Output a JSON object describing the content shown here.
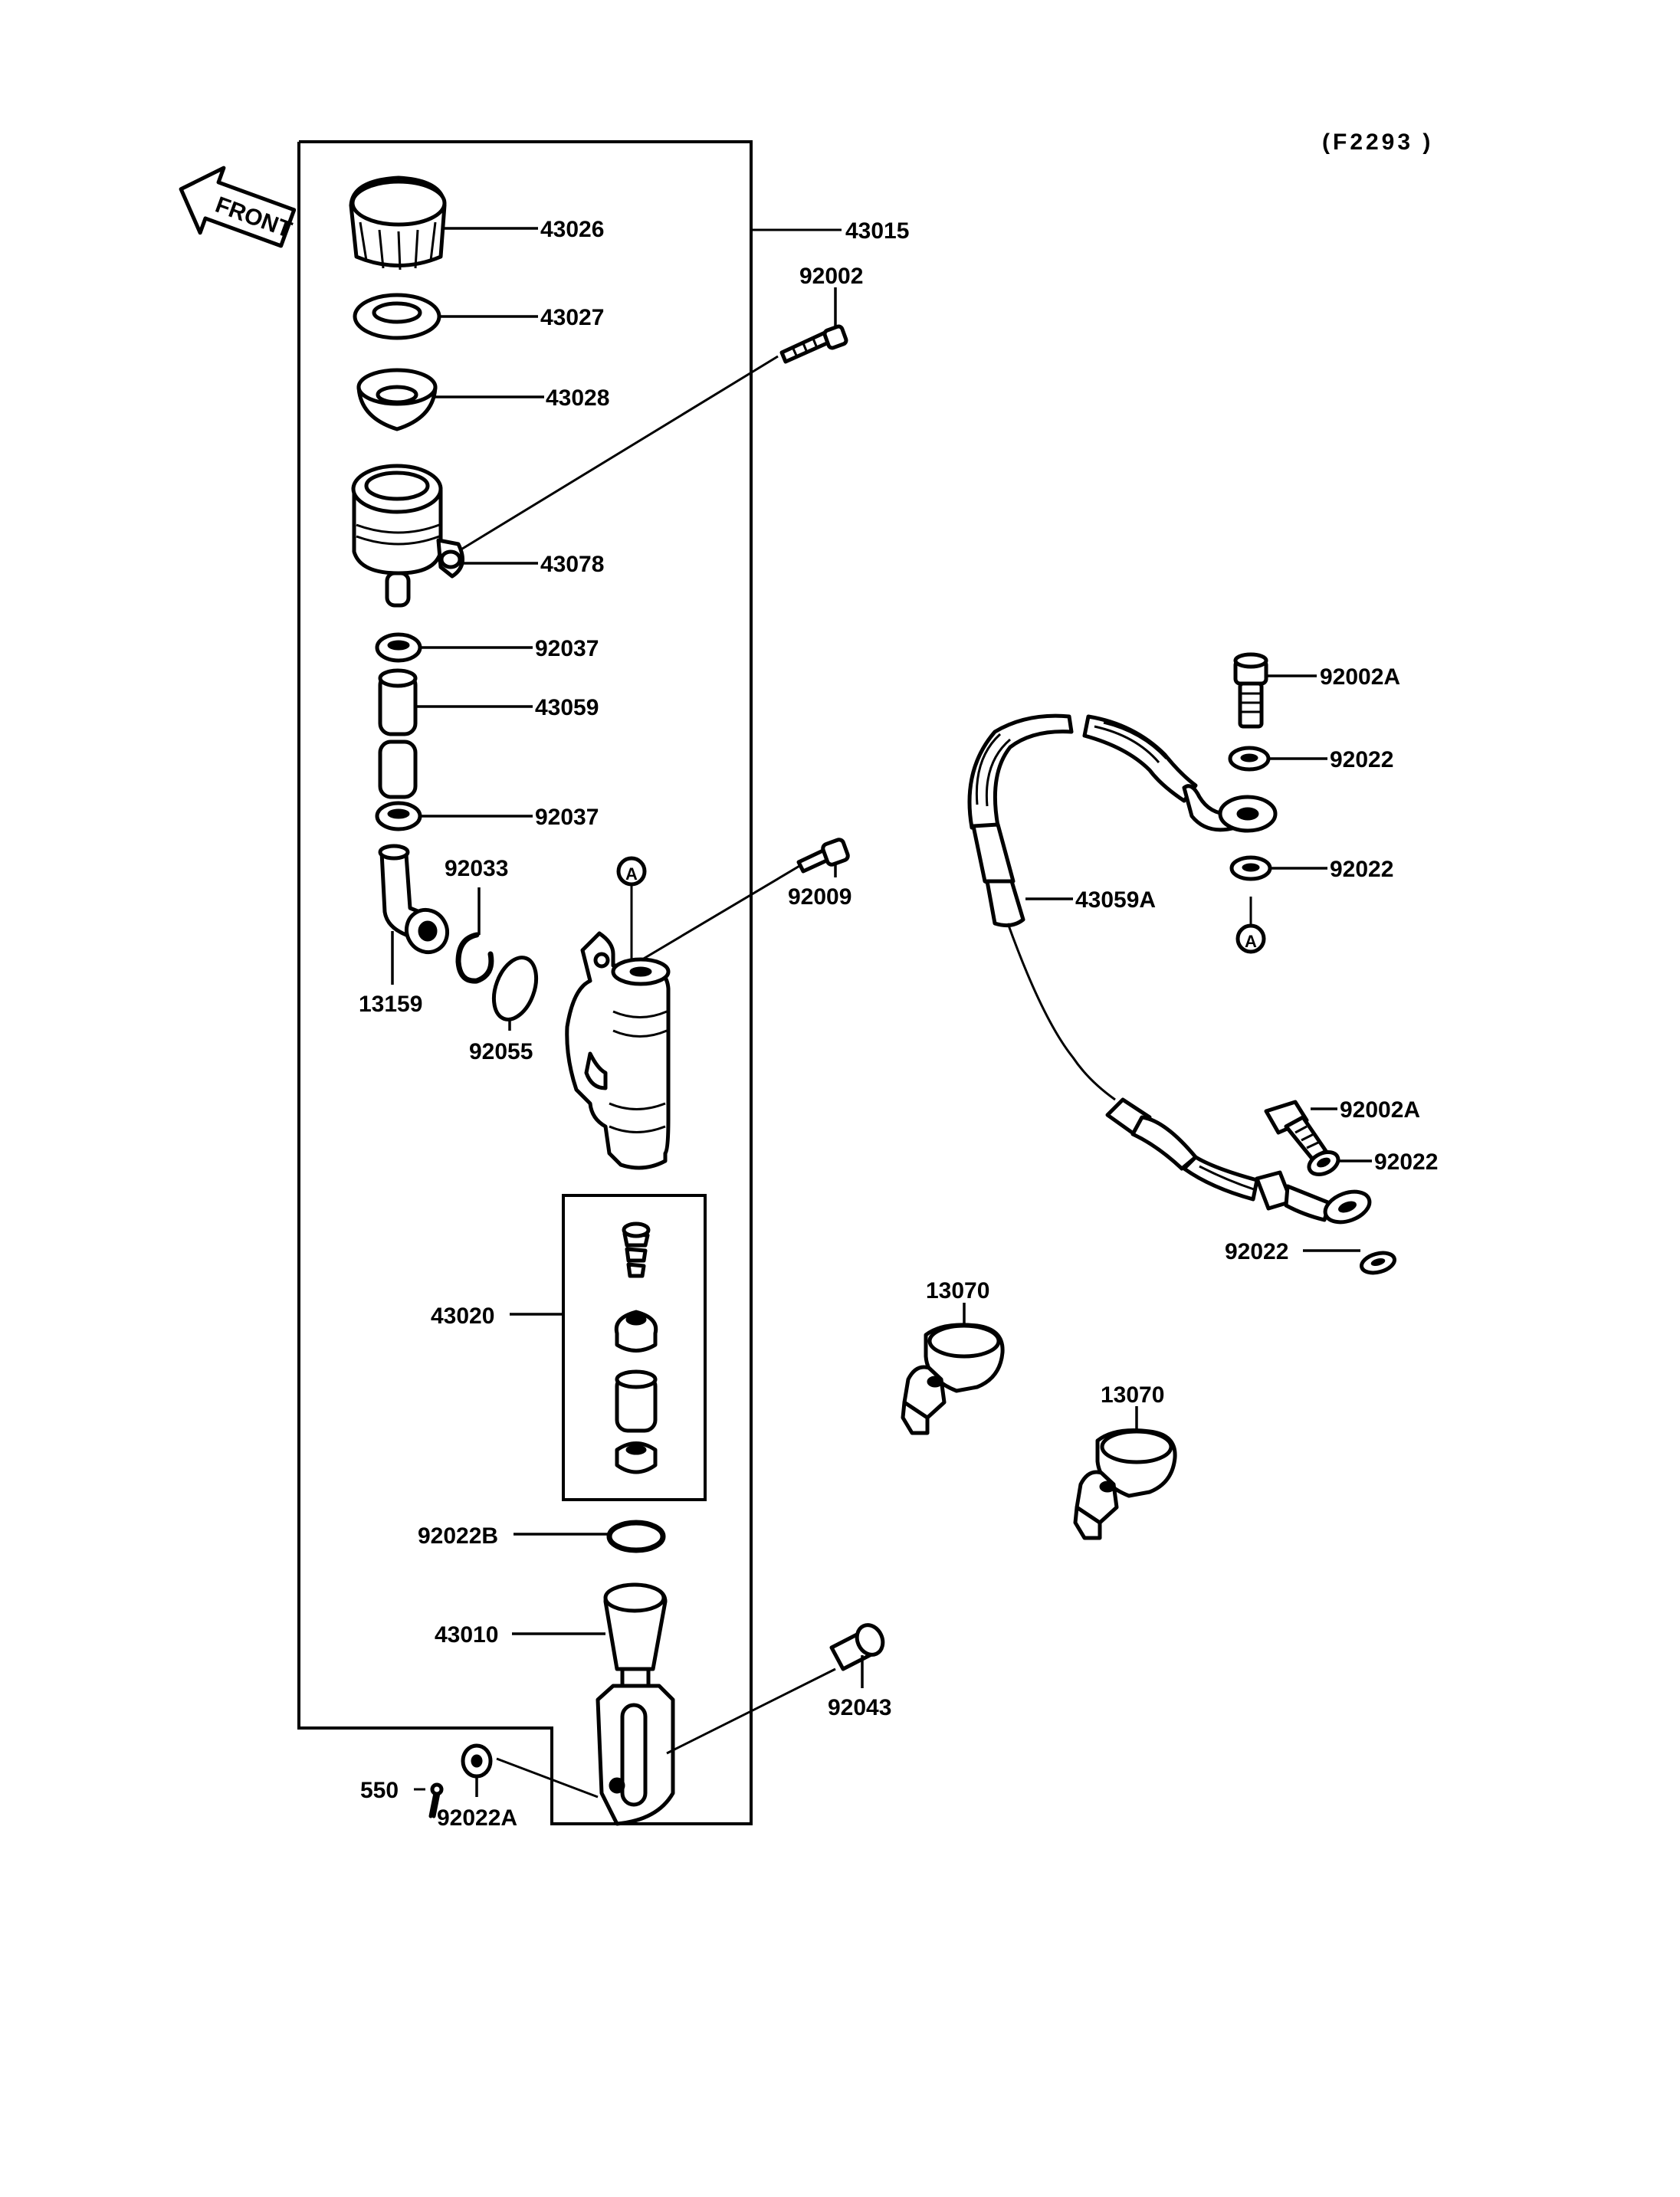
{
  "figure_code": "(F2293 )",
  "front_label": "FRONT",
  "circle_ref": "A",
  "parts": {
    "p43026": "43026",
    "p43015": "43015",
    "p43027": "43027",
    "p92002": "92002",
    "p43028": "43028",
    "p43078": "43078",
    "p92037_top": "92037",
    "p43059": "43059",
    "p92037_bottom": "92037",
    "p92033": "92033",
    "p92009": "92009",
    "p13159": "13159",
    "p92055": "92055",
    "p43020": "43020",
    "p92022B": "92022B",
    "p43010": "43010",
    "p92043": "92043",
    "p550": "550",
    "p92022A": "92022A",
    "p92002A_top": "92002A",
    "p92022_1": "92022",
    "p92022_2": "92022",
    "p43059A": "43059A",
    "p92002A_bottom": "92002A",
    "p92022_3": "92022",
    "p92022_4": "92022",
    "p13070_left": "13070",
    "p13070_right": "13070"
  }
}
